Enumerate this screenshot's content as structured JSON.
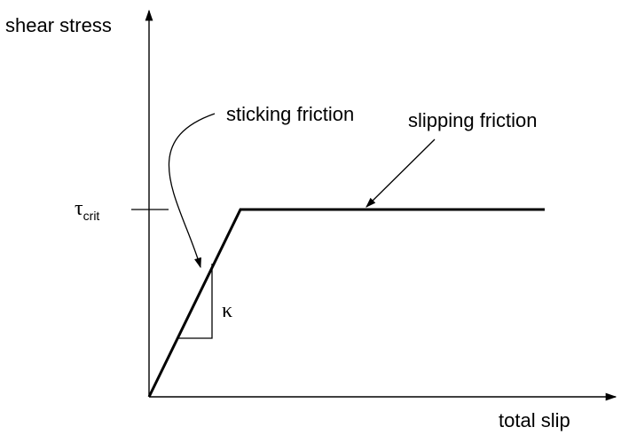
{
  "axes": {
    "y_label": "shear stress",
    "x_label": "total slip"
  },
  "threshold": {
    "symbol": "τ",
    "subscript": "crit"
  },
  "annotations": {
    "sticking": "sticking friction",
    "slipping": "slipping friction",
    "stiffness": "κ"
  }
}
